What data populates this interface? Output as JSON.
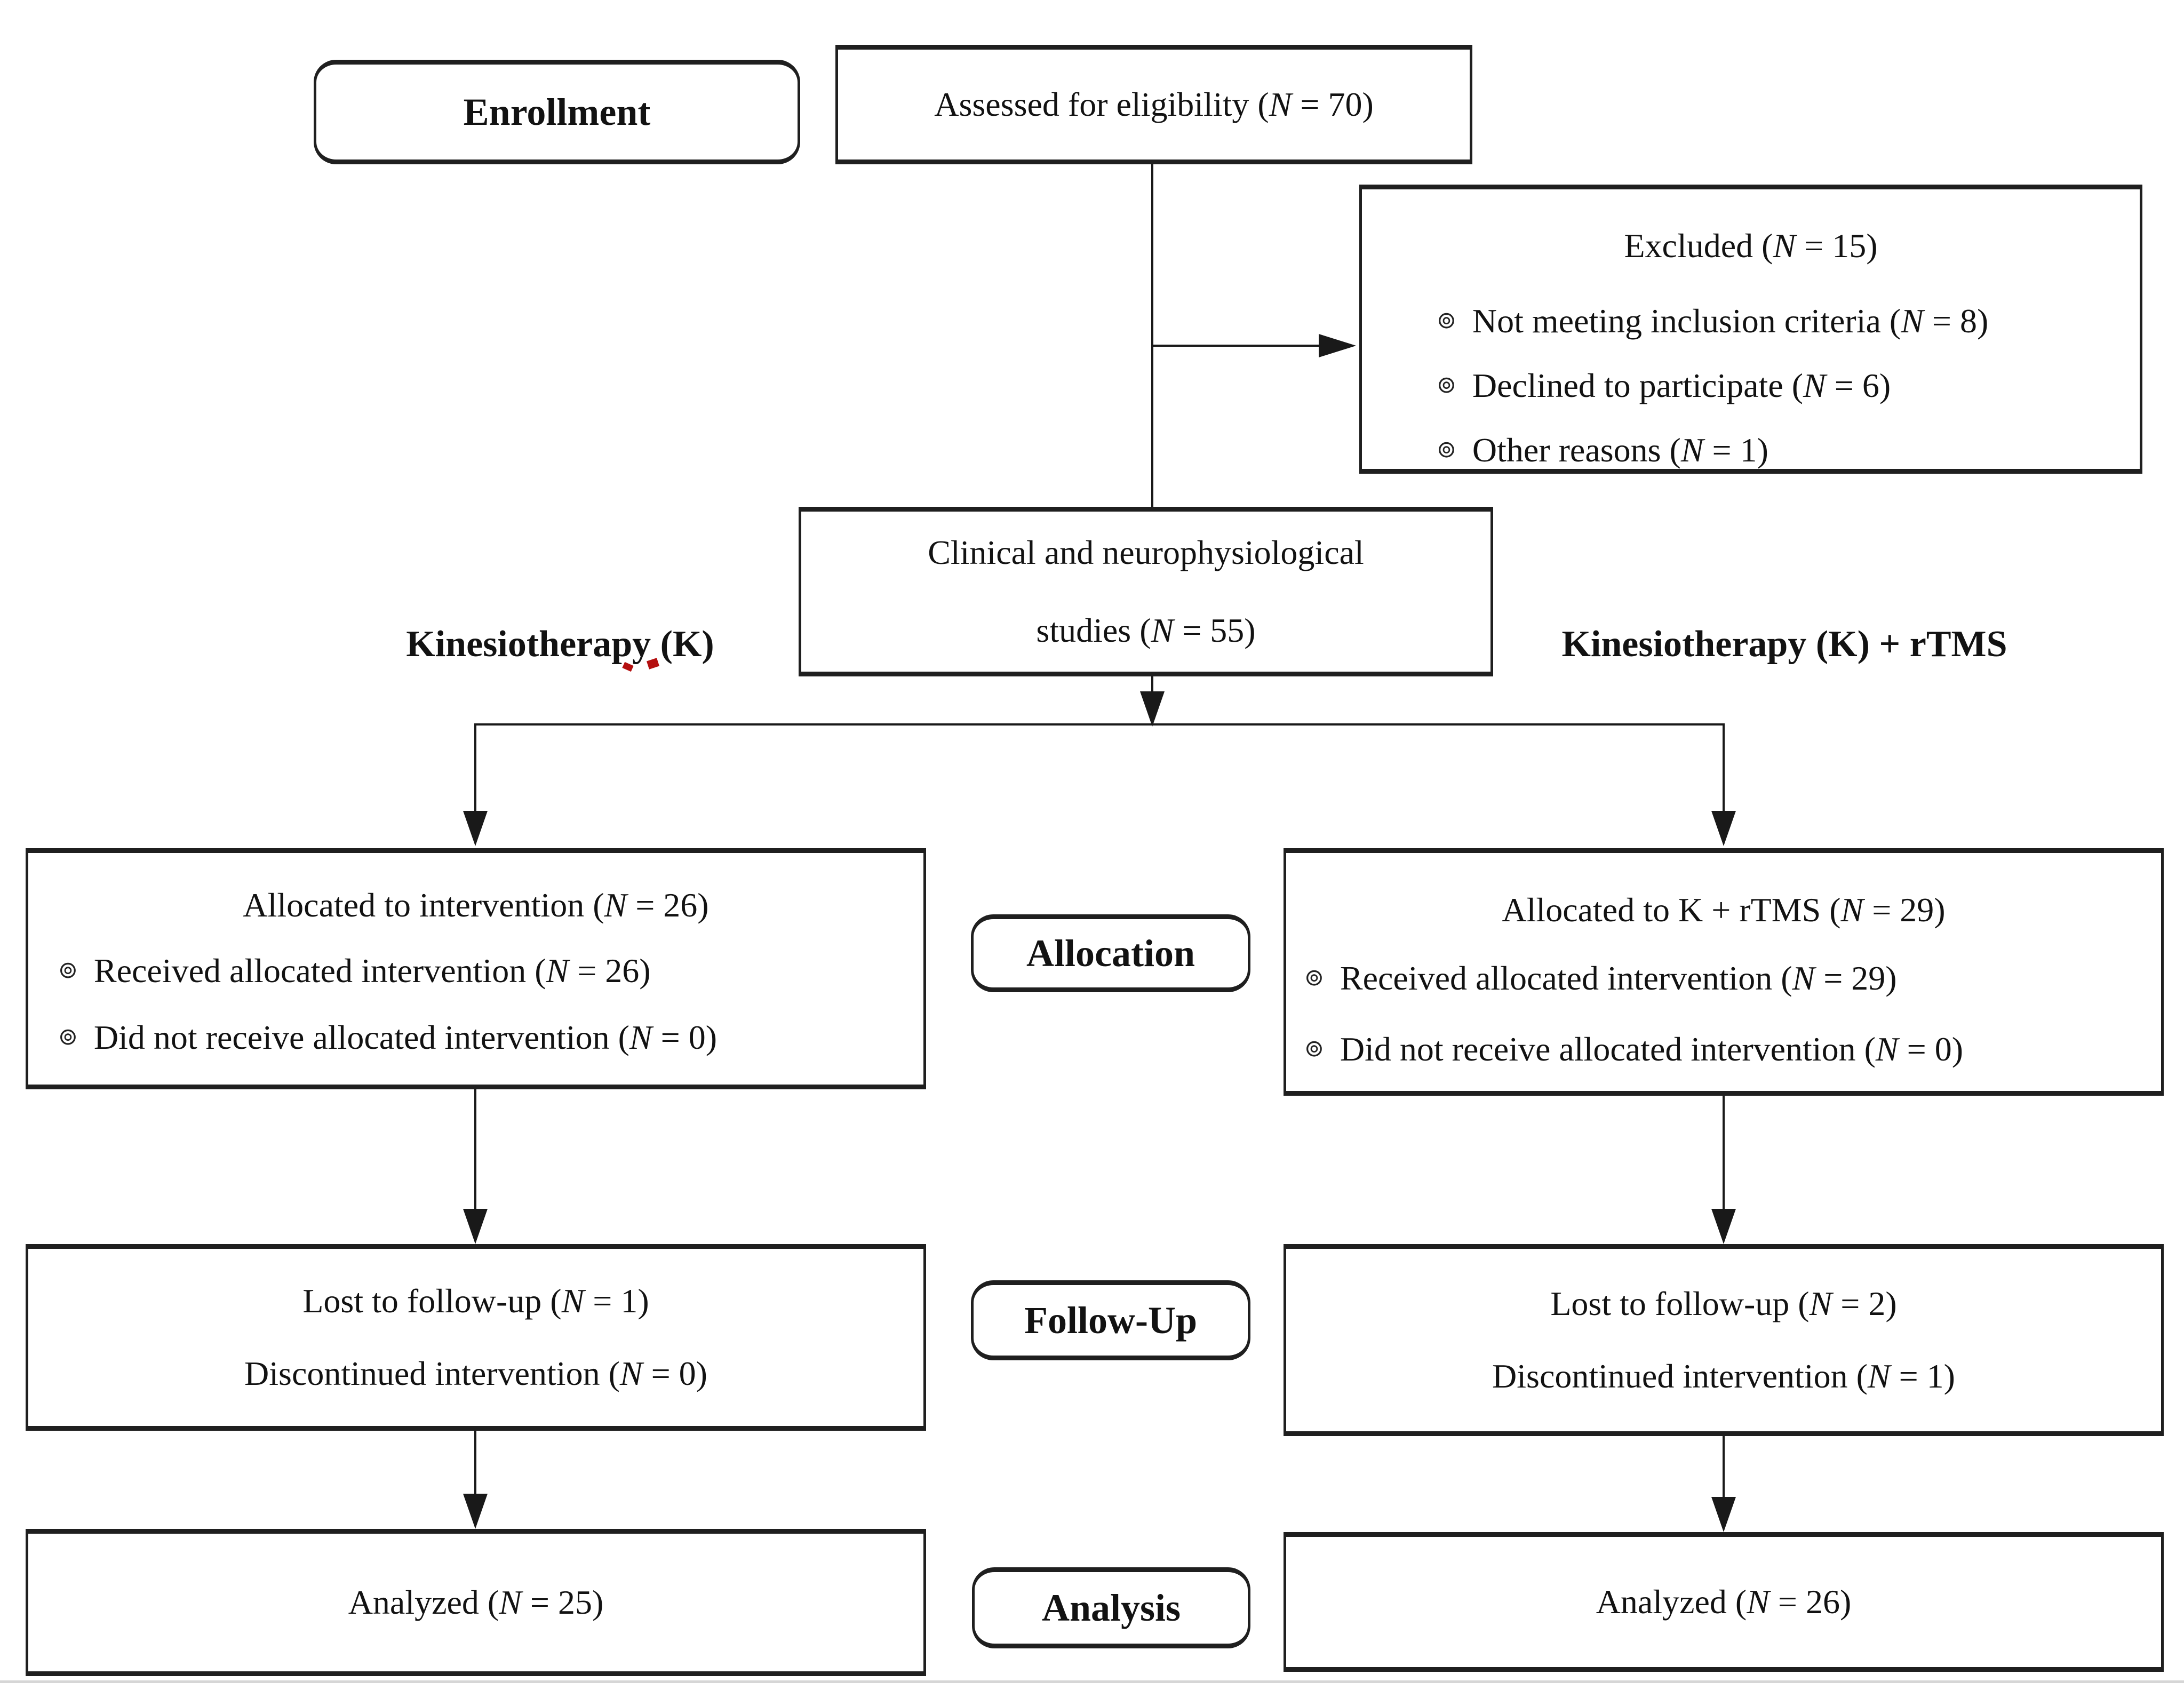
{
  "flow": {
    "bullet_char": "⊚",
    "enrollment_label": "Enrollment",
    "assessed": "Assessed for eligibility (N = 70)",
    "excluded": {
      "title": "Excluded (N = 15)",
      "items": [
        "Not meeting inclusion criteria (N = 8)",
        "Declined to participate (N = 6)",
        "Other reasons (N = 1)"
      ]
    },
    "clinical": {
      "line1": "Clinical and neurophysiological",
      "line2": "studies (N = 55)"
    },
    "arm_left_label": "Kinesiotherapy (K)",
    "arm_right_label": "Kinesiotherapy (K) + rTMS",
    "allocation_label": "Allocation",
    "alloc_left": {
      "title": "Allocated to intervention (N = 26)",
      "items": [
        "Received allocated intervention (N = 26)",
        "Did not receive allocated intervention (N = 0)"
      ]
    },
    "alloc_right": {
      "title": "Allocated to K + rTMS (N = 29)",
      "items": [
        "Received allocated intervention (N = 29)",
        "Did not receive allocated intervention (N = 0)"
      ]
    },
    "followup_label": "Follow-Up",
    "followup_left": {
      "line1": "Lost to follow-up (N = 1)",
      "line2": "Discontinued intervention (N = 0)"
    },
    "followup_right": {
      "line1": "Lost to follow-up (N = 2)",
      "line2": "Discontinued intervention (N = 1)"
    },
    "analysis_label": "Analysis",
    "analyzed_left": "Analyzed (N = 25)",
    "analyzed_right": "Analyzed (N = 26)"
  },
  "colors": {
    "line": "#191919",
    "border": "#1f1f1f",
    "spellcheck_mark": "#b40f0f",
    "bottom_rule": "#d6d6d6"
  }
}
